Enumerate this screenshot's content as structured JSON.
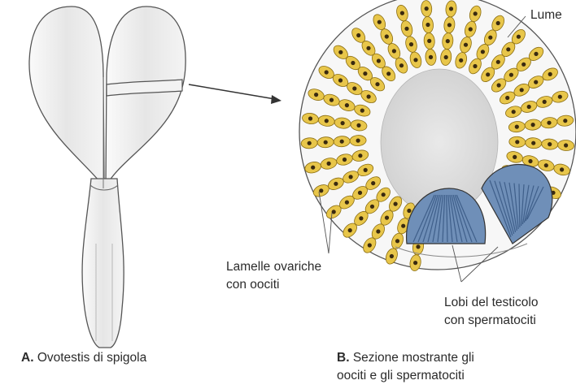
{
  "labels": {
    "lume": "Lume",
    "lamelle_line1": "Lamelle ovariche",
    "lamelle_line2": "con oociti",
    "lobi_line1": "Lobi del testicolo",
    "lobi_line2": "con spermatociti"
  },
  "captions": {
    "a_letter": "A.",
    "a_text": "Ovotestis di spigola",
    "b_letter": "B.",
    "b_text_line1": "Sezione mostrante gli",
    "b_text_line2": "oociti e gli spermatociti"
  },
  "colors": {
    "outline": "#555555",
    "organ_fill": "#ececec",
    "section_bg": "#f6f6f6",
    "lumen": "#dcdcdc",
    "oocyte_fill": "#e8c64a",
    "oocyte_edge": "#8a6d12",
    "nucleus": "#3a2a10",
    "testis_lobe": "#6f8fb8",
    "testis_stripe": "#3f5f8a"
  }
}
